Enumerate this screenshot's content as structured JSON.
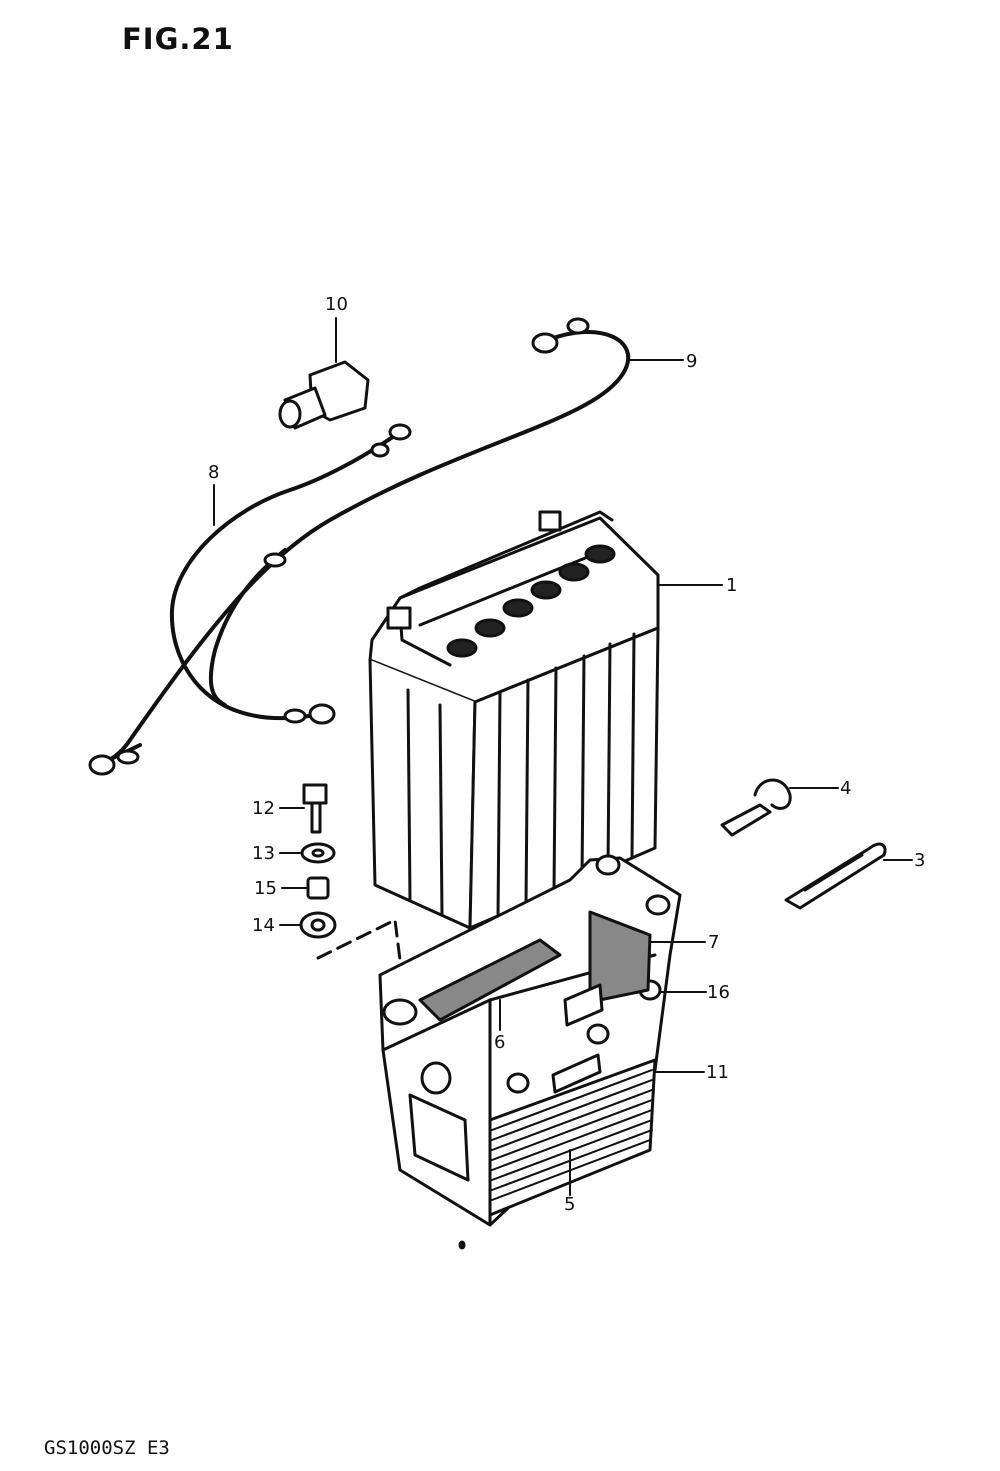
{
  "title": "FIG.21",
  "footer_code": "GS1000SZ E3",
  "callouts": [
    {
      "label": "1",
      "part": "battery"
    },
    {
      "label": "3",
      "part": "battery-strap"
    },
    {
      "label": "4",
      "part": "cable-clamp"
    },
    {
      "label": "5",
      "part": "tray-pad-bottom"
    },
    {
      "label": "6",
      "part": "tray-pad-side"
    },
    {
      "label": "7",
      "part": "tray-pad-end"
    },
    {
      "label": "8",
      "part": "negative-lead-wire"
    },
    {
      "label": "9",
      "part": "positive-lead-wire"
    },
    {
      "label": "10",
      "part": "terminal-cover"
    },
    {
      "label": "11",
      "part": "battery-holder"
    },
    {
      "label": "12",
      "part": "bolt"
    },
    {
      "label": "13",
      "part": "washer"
    },
    {
      "label": "14",
      "part": "cushion"
    },
    {
      "label": "15",
      "part": "spacer"
    },
    {
      "label": "16",
      "part": "tray-pad-front"
    }
  ]
}
